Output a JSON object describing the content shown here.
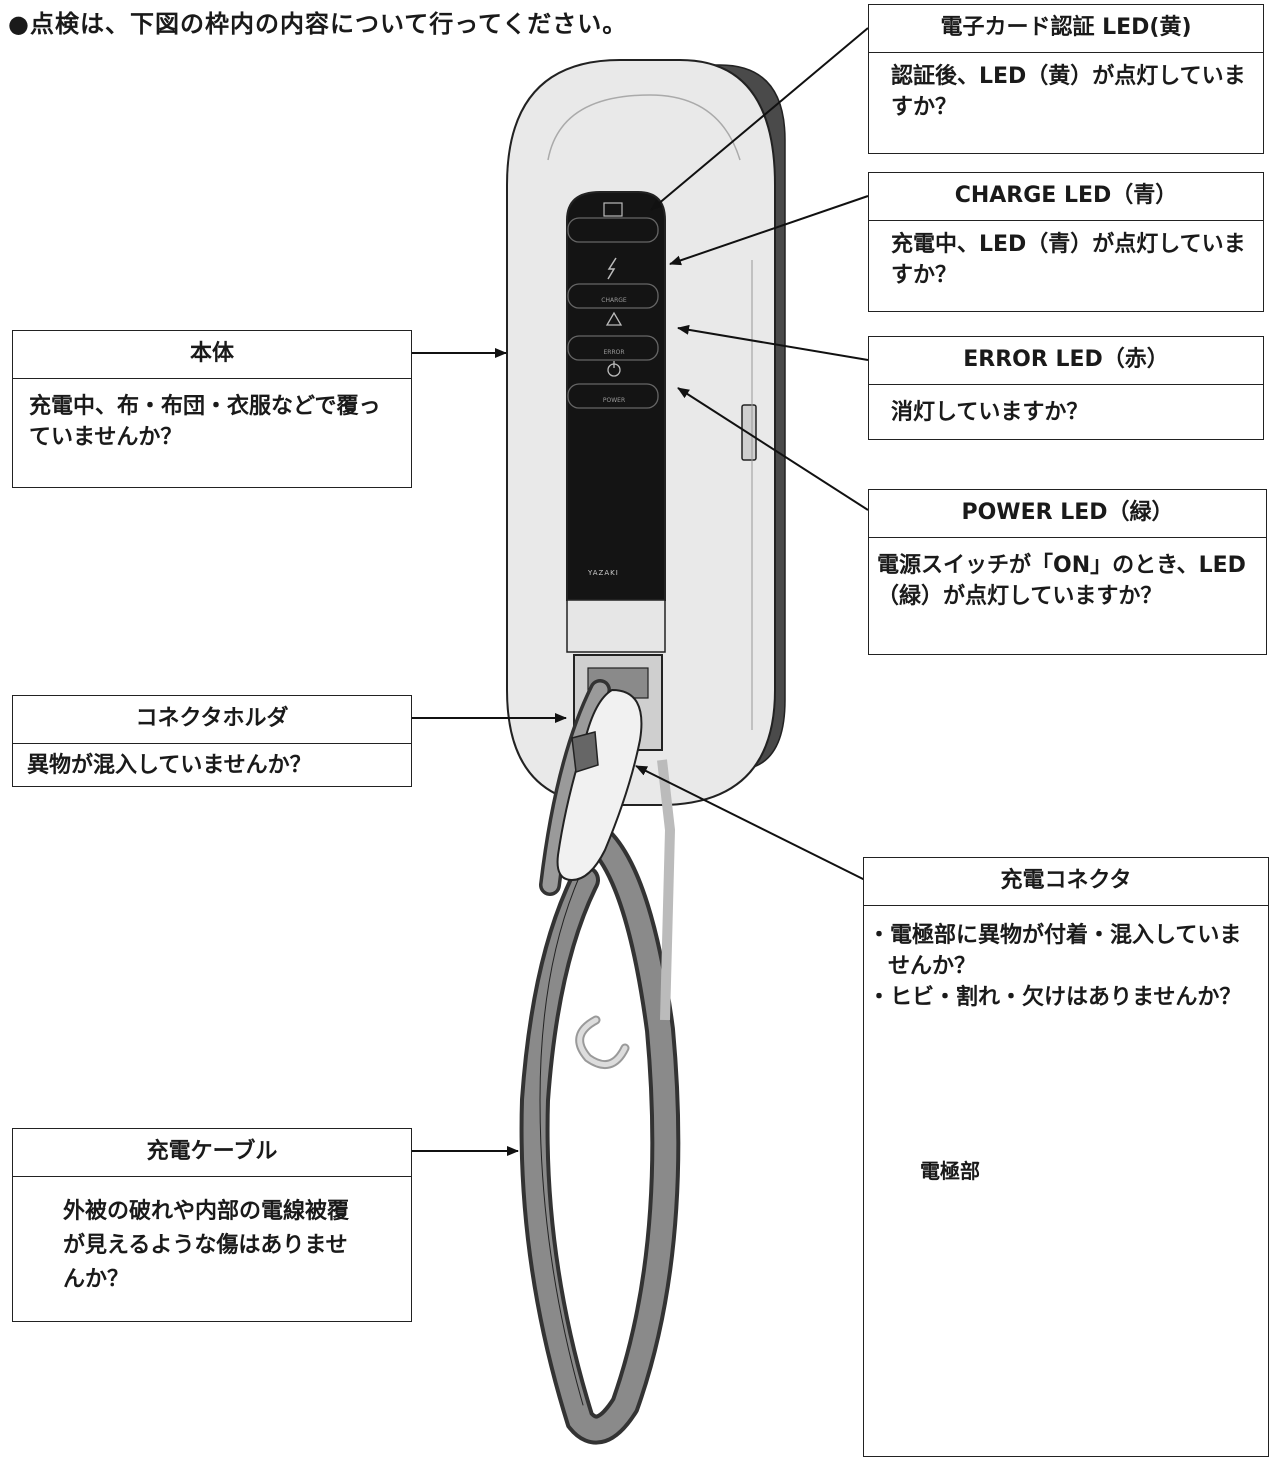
{
  "heading": "●点検は、下図の枠内の内容について行ってください。",
  "callouts": {
    "card_led": {
      "title": "電子カード認証 LED(黄)",
      "body": "認証後、LED（黄）が点灯していますか？"
    },
    "charge_led": {
      "title": "CHARGE LED（青）",
      "body": "充電中、LED（青）が点灯していますか？"
    },
    "error_led": {
      "title": "ERROR LED（赤）",
      "body": "消灯していますか？"
    },
    "power_led": {
      "title": "POWER LED（緑）",
      "body": "電源スイッチが「ON」のとき、LED（緑）が点灯していますか？"
    },
    "body_unit": {
      "title": "本体",
      "body": "充電中、布・布団・衣服などで覆っていませんか？"
    },
    "holder": {
      "title": "コネクタホルダ",
      "body": "異物が混入していませんか？"
    },
    "cable": {
      "title": "充電ケーブル",
      "body": "外被の破れや内部の電線被覆が見えるような傷はありませんか？"
    },
    "connector": {
      "title": "充電コネクタ",
      "items": [
        "電極部に異物が付着・混入していませんか？",
        "ヒビ・割れ・欠けはありませんか？"
      ],
      "electrode_label": "電極部"
    }
  },
  "device": {
    "brand": "YAZAKI",
    "panel_labels": [
      "",
      "CHARGE",
      "ERROR",
      "POWER"
    ]
  },
  "colors": {
    "line": "#222222",
    "body": "#e9e9e9",
    "panel": "#141414",
    "back": "#4a4a4a"
  }
}
